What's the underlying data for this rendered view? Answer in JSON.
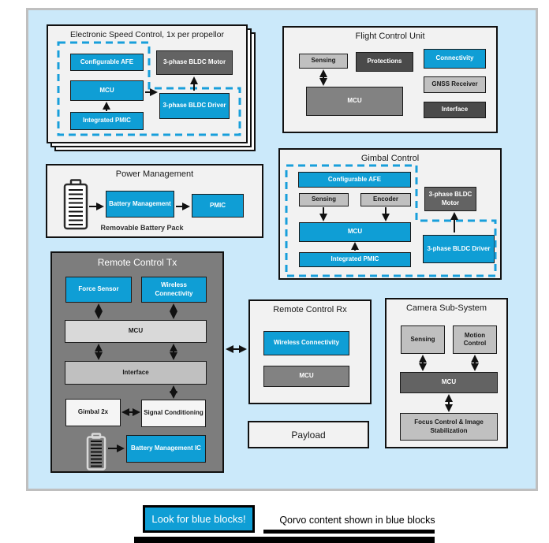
{
  "colors": {
    "accent_blue": "#0f9ed5",
    "panel_background": "#cbe9fa",
    "dark_gray_block": "#636363",
    "darker_gray_block": "#4a4a4a",
    "medium_gray_block": "#828282",
    "light_gray_block": "#c0c0c0",
    "subsystem_background": "#f2f2f2",
    "remote_tx_background": "#7d7d7d"
  },
  "esc": {
    "title": "Electronic Speed Control, 1x per propellor",
    "afe": "Configurable AFE",
    "motor": "3-phase BLDC Motor",
    "mcu": "MCU",
    "driver": "3-phase BLDC Driver",
    "pmic": "Integrated PMIC"
  },
  "fcu": {
    "title": "Flight Control Unit",
    "sensing": "Sensing",
    "protections": "Protections",
    "connectivity": "Connectivity",
    "mcu": "MCU",
    "gnss": "GNSS Receiver",
    "interface": "Interface"
  },
  "power": {
    "title": "Power Management",
    "battery_management": "Battery Management",
    "pmic": "PMIC",
    "caption": "Removable Battery Pack"
  },
  "gimbal": {
    "title": "Gimbal Control",
    "afe": "Configurable AFE",
    "sensing": "Sensing",
    "encoder": "Encoder",
    "mcu": "MCU",
    "pmic": "Integrated PMIC",
    "motor": "3-phase BLDC Motor",
    "driver": "3-phase BLDC Driver"
  },
  "tx": {
    "title": "Remote Control Tx",
    "force_sensor": "Force Sensor",
    "wireless": "Wireless Connectivity",
    "mcu": "MCU",
    "interface": "Interface",
    "gimbal2x": "Gimbal 2x",
    "signal": "Signal Conditioning",
    "battery_ic": "Battery Management IC"
  },
  "rx": {
    "title": "Remote Control Rx",
    "wireless": "Wireless Connectivity",
    "mcu": "MCU"
  },
  "camera": {
    "title": "Camera Sub-System",
    "sensing": "Sensing",
    "motion": "Motion Control",
    "mcu": "MCU",
    "focus": "Focus Control & Image Stabilization"
  },
  "payload": {
    "title": "Payload"
  },
  "legend": {
    "button_label": "Look for blue blocks!",
    "note": "Qorvo content shown in blue blocks"
  }
}
